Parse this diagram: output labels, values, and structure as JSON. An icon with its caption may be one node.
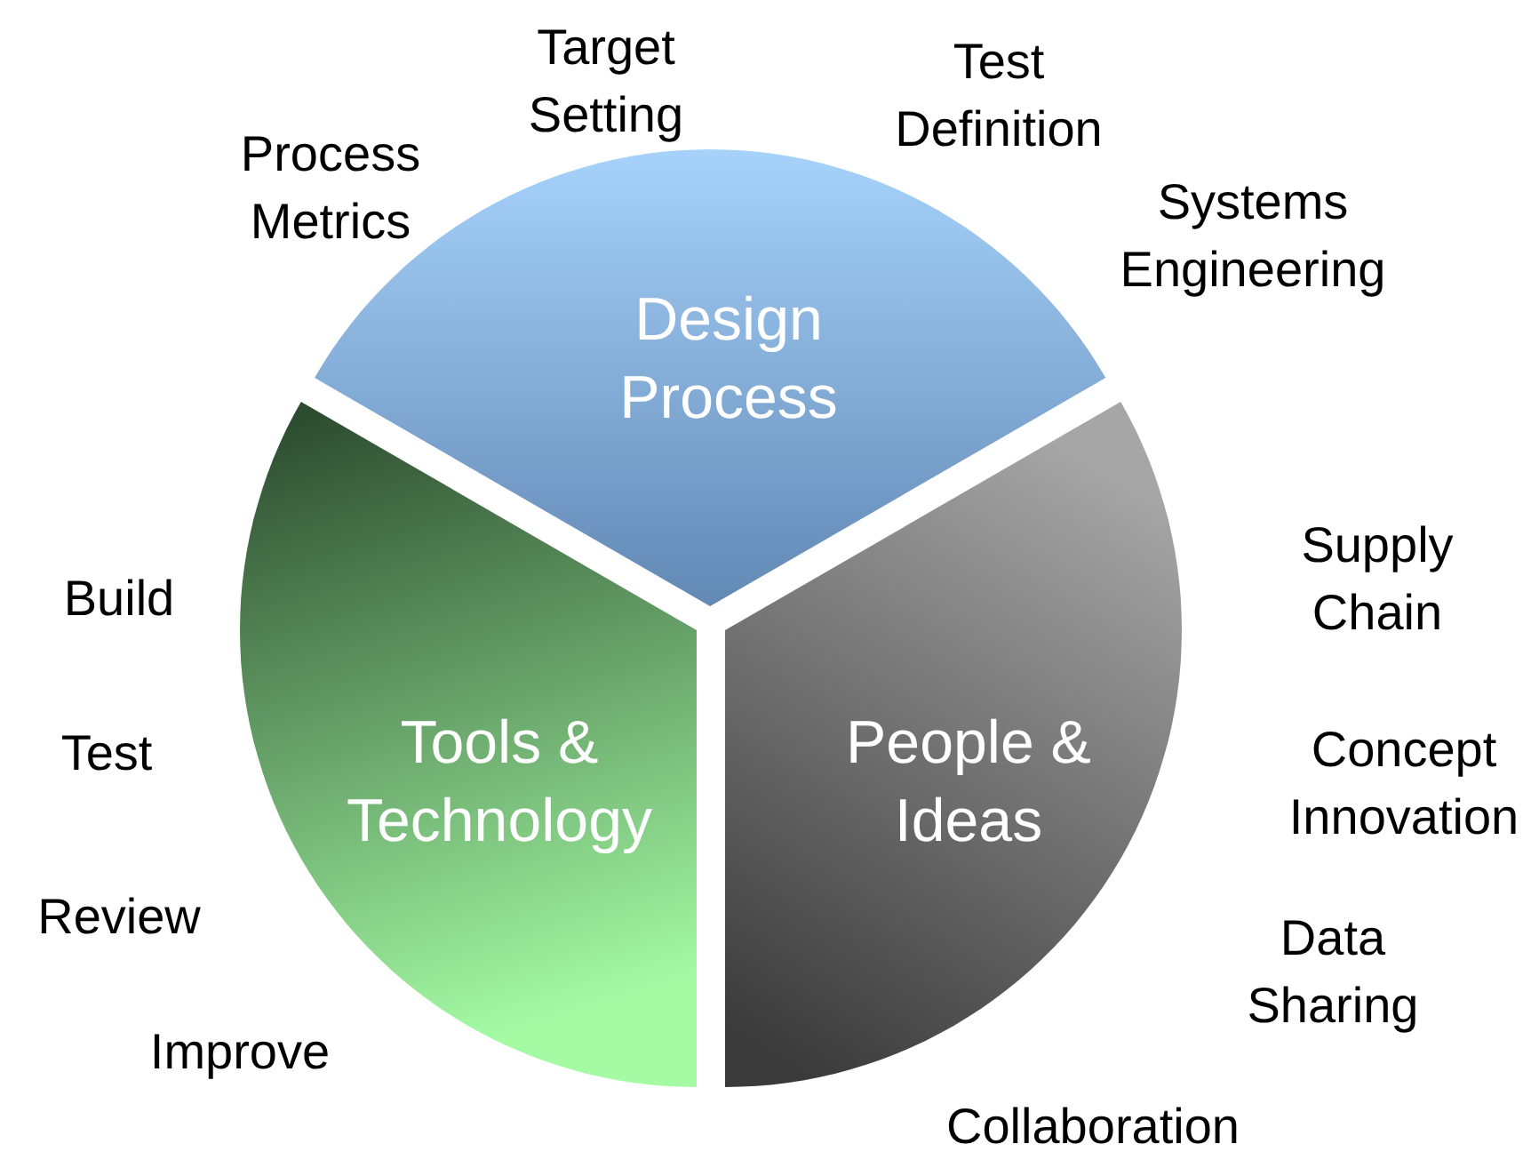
{
  "diagram": {
    "nodes": [
      {
        "text": [
          "Design Process"
        ],
        "beside": [
          "Process Metrics",
          "Target Setting",
          "Test Definition",
          "Systems Engineering"
        ]
      },
      {
        "text": [
          "Tools & Technology"
        ],
        "beside": [
          "Build",
          "Test",
          "Review",
          "Improve"
        ]
      },
      {
        "text": [
          "People & Ideas"
        ],
        "beside": [
          "Supply Chain",
          "Concept Innovation",
          "Data Sharing",
          "Collaboration"
        ]
      }
    ]
  }
}
